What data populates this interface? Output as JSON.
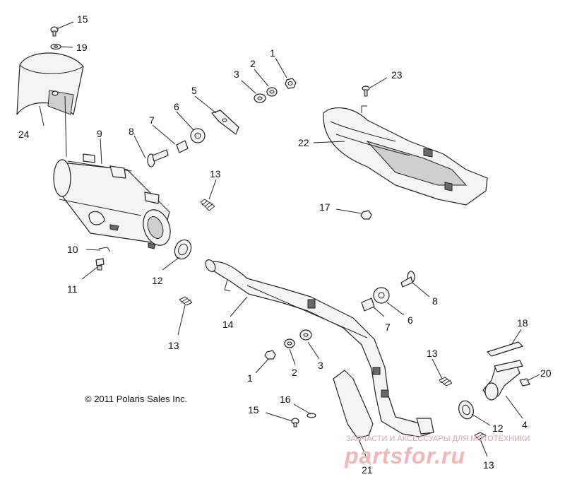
{
  "callouts": {
    "c1a": "1",
    "c1b": "1",
    "c2a": "2",
    "c2b": "2",
    "c3a": "3",
    "c3b": "3",
    "c4": "4",
    "c5": "5",
    "c6a": "6",
    "c6b": "6",
    "c7a": "7",
    "c7b": "7",
    "c8a": "8",
    "c8b": "8",
    "c9": "9",
    "c10": "10",
    "c11": "11",
    "c12a": "12",
    "c12b": "12",
    "c13a": "13",
    "c13b": "13",
    "c13c": "13",
    "c13d": "13",
    "c14": "14",
    "c15a": "15",
    "c15b": "15",
    "c16": "16",
    "c17": "17",
    "c18": "18",
    "c19": "19",
    "c20": "20",
    "c21": "21",
    "c22": "22",
    "c23": "23",
    "c24": "24"
  },
  "copyright": "© 2011 Polaris Sales Inc.",
  "watermark": {
    "tagline": "ЗАПЧАСТИ И АКСЕССУАРЫ ДЛЯ МОТОТЕХНИКИ",
    "logo": "partsfor.ru"
  }
}
